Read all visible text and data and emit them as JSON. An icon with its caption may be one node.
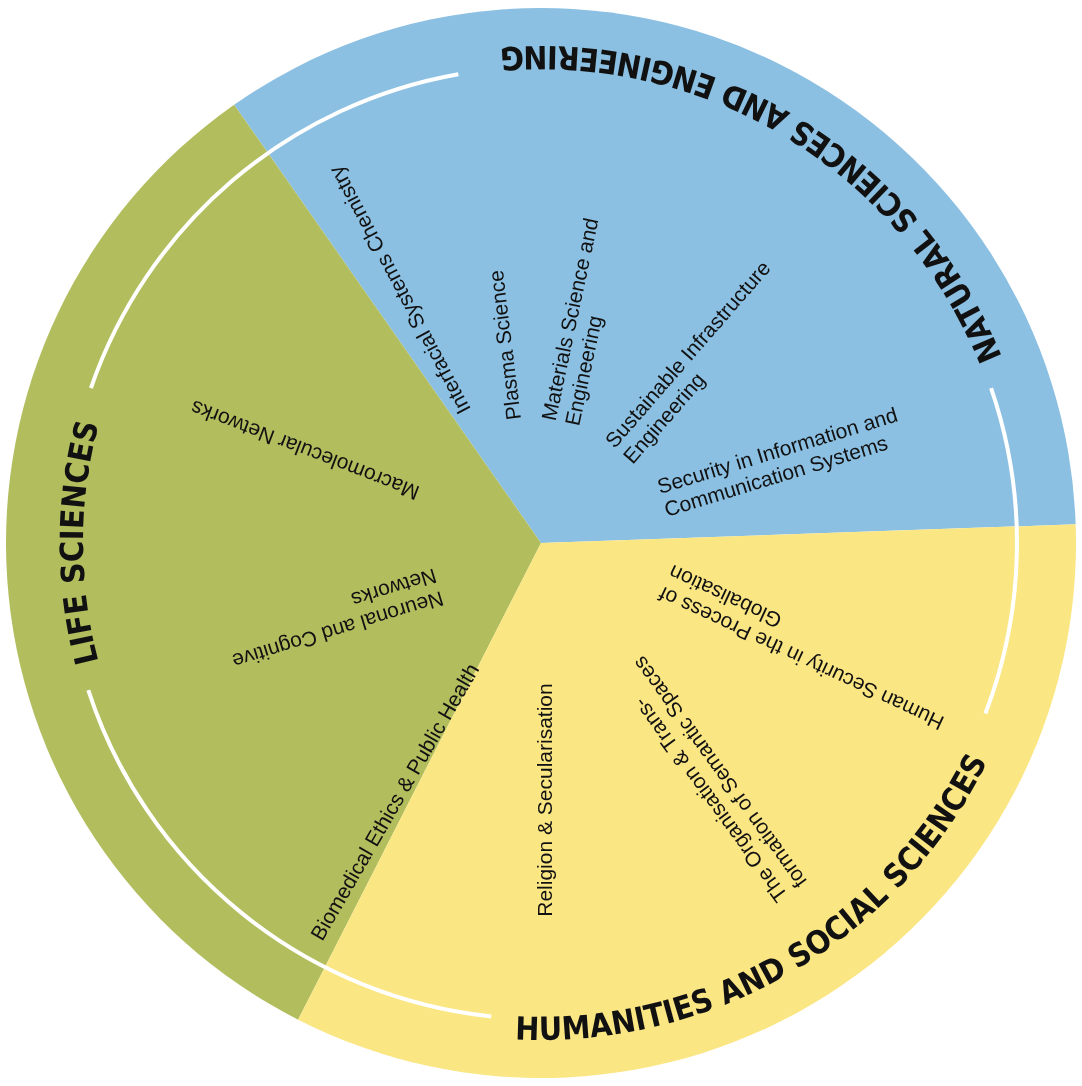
{
  "diagram": {
    "nodes": [
      {
        "text": [
          "NATURAL SCIENCES AND ENGINEERING",
          "Interfacial Systems Chemistry",
          "Plasma Science",
          "Materials Science and Engineering",
          "Sustainable Infrastructure Engineering",
          "Security in Information and Communication Systems"
        ]
      },
      {
        "text": [
          "LIFE SCIENCES",
          "Macromolecular Networks",
          "Neuronal and Cognitive Networks",
          "Biomedical Ethics & Public Health"
        ]
      },
      {
        "text": [
          "HUMANITIES AND SOCIAL SCIENCES",
          "Religion & Secularisation",
          "The Organisation & Trans- formation of Semantic Spaces",
          "Human Security in the Process of Globalisation"
        ]
      }
    ]
  }
}
